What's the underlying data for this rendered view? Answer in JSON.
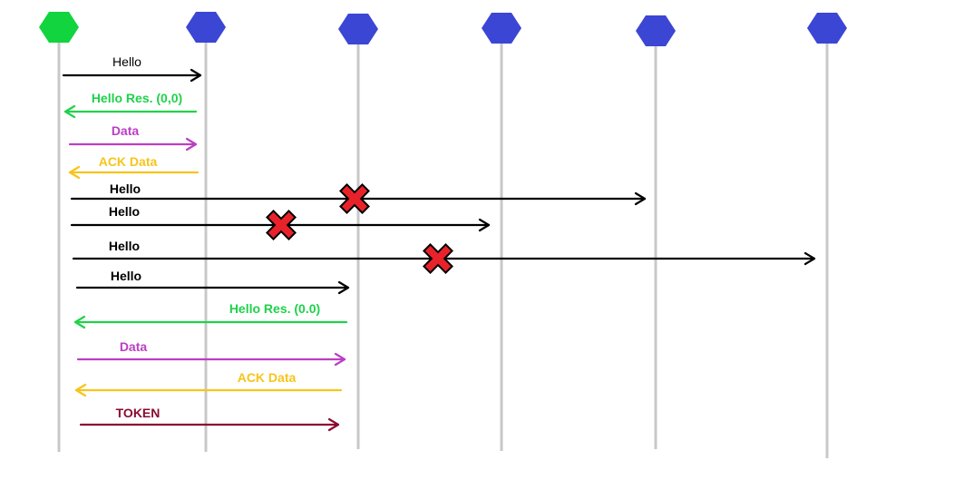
{
  "nodes": [
    {
      "color": "#11d43f",
      "role": "origin"
    },
    {
      "color": "#3c46d4",
      "role": "peer"
    },
    {
      "color": "#3c46d4",
      "role": "peer"
    },
    {
      "color": "#3c46d4",
      "role": "peer"
    },
    {
      "color": "#3c46d4",
      "role": "peer"
    },
    {
      "color": "#3c46d4",
      "role": "peer"
    }
  ],
  "lifeline_color": "#c8c8c8",
  "colors": {
    "black": "#000000",
    "green": "#1fd24a",
    "purple": "#bb3ec4",
    "yellow": "#f7c41a",
    "maroon": "#8b0a30",
    "failure_fill": "#e8222a"
  },
  "messages": [
    {
      "label": "Hello",
      "color": "black",
      "from": 0,
      "to": 1,
      "bold": false
    },
    {
      "label": "Hello Res. (0,0)",
      "color": "green",
      "from": 1,
      "to": 0,
      "bold": true
    },
    {
      "label": "Data",
      "color": "purple",
      "from": 0,
      "to": 1,
      "bold": true
    },
    {
      "label": "ACK Data",
      "color": "yellow",
      "from": 1,
      "to": 0,
      "bold": true
    },
    {
      "label": "Hello",
      "color": "black",
      "from": 0,
      "to": 4,
      "bold": true,
      "failed": true
    },
    {
      "label": "Hello",
      "color": "black",
      "from": 0,
      "to": 3,
      "bold": true,
      "failed": true
    },
    {
      "label": "Hello",
      "color": "black",
      "from": 0,
      "to": 5,
      "bold": true,
      "failed": true
    },
    {
      "label": "Hello",
      "color": "black",
      "from": 0,
      "to": 2,
      "bold": true
    },
    {
      "label": "Hello Res. (0.0)",
      "color": "green",
      "from": 2,
      "to": 0,
      "bold": true
    },
    {
      "label": "Data",
      "color": "purple",
      "from": 0,
      "to": 2,
      "bold": true
    },
    {
      "label": "ACK Data",
      "color": "yellow",
      "from": 2,
      "to": 0,
      "bold": true
    },
    {
      "label": "TOKEN",
      "color": "maroon",
      "from": 0,
      "to": 2,
      "bold": true
    }
  ]
}
